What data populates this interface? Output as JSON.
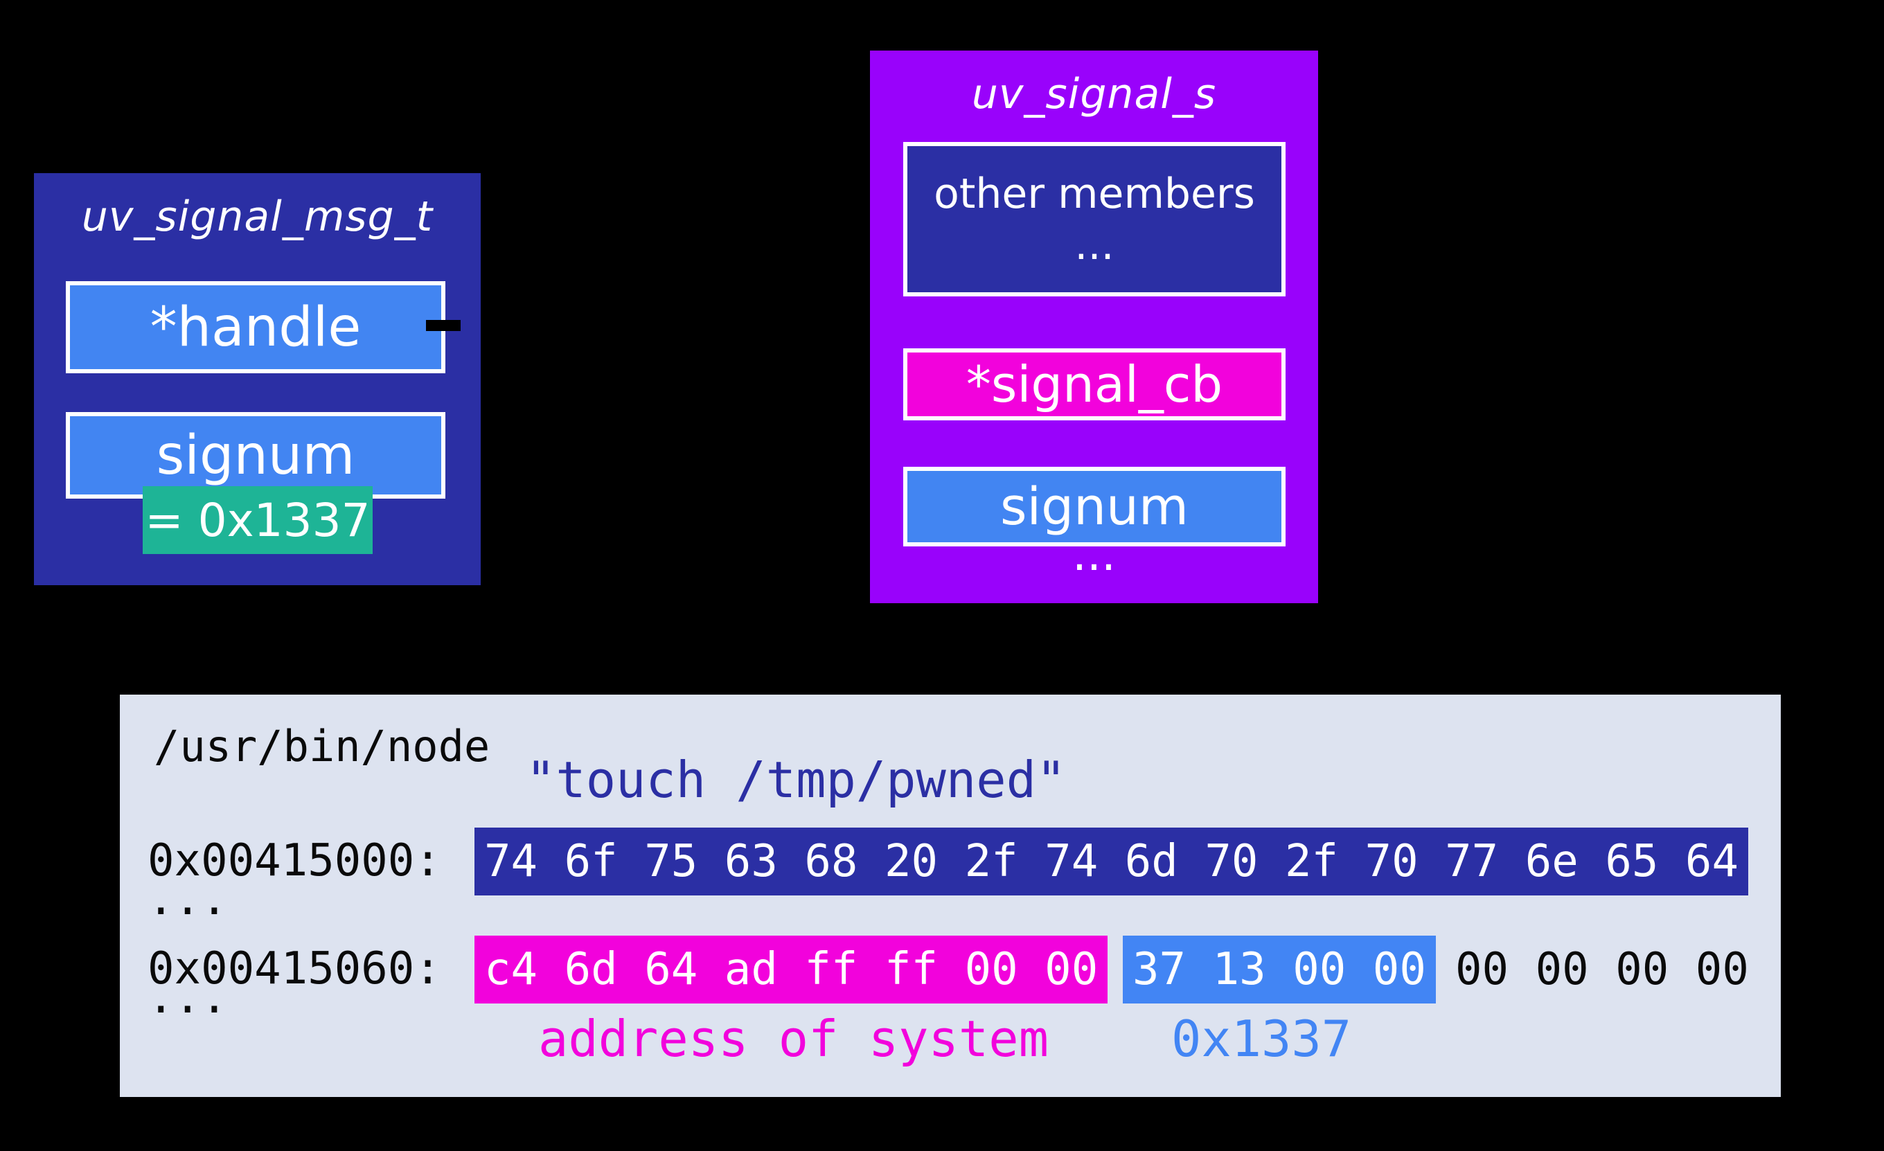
{
  "colors": {
    "background": "#000000",
    "navy": "#2B2FA4",
    "blue": "#4285F4",
    "purple": "#9902FB",
    "magenta": "#F202DC",
    "green": "#1EB496",
    "dump_panel_bg": "#DDE3F0",
    "white": "#FFFFFF"
  },
  "uv_signal_msg_t": {
    "title": "uv_signal_msg_t",
    "fields": {
      "handle": "*handle",
      "signum": "signum"
    },
    "signum_value": "= 0x1337"
  },
  "uv_signal_s": {
    "title": "uv_signal_s",
    "fields": {
      "other_members_line1": "other members",
      "other_members_line2": "...",
      "signal_cb": "*signal_cb",
      "signum": "signum"
    },
    "ellipsis": "..."
  },
  "memory_dump": {
    "binary_path": "/usr/bin/node",
    "command_string": "\"touch /tmp/pwned\"",
    "row1": {
      "address": "0x00415000:",
      "bytes_command": "74 6f 75 63 68 20 2f 74 6d 70 2f 70 77 6e 65 64"
    },
    "ellipsis1": "...",
    "row2": {
      "address": "0x00415060:",
      "bytes_system_address": "c4 6d 64 ad ff ff 00 00",
      "bytes_signum": "37 13 00 00",
      "bytes_padding": "00 00 00 00"
    },
    "ellipsis2": "...",
    "caption_system": "address of system",
    "caption_signum": "0x1337"
  }
}
